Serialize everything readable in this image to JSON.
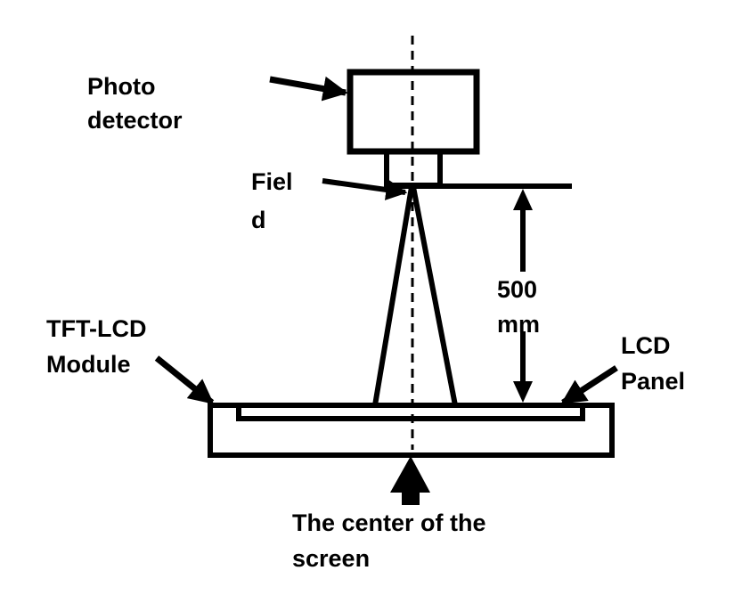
{
  "diagram": {
    "title": "Luminance measurement setup",
    "colors": {
      "stroke": "#000000",
      "background": "#ffffff"
    },
    "labels": {
      "photo_detector": [
        "Photo",
        "detector"
      ],
      "field": [
        "Fiel",
        "d"
      ],
      "distance": [
        "500",
        "mm"
      ],
      "tft_lcd_module": [
        "TFT-LCD",
        "Module"
      ],
      "lcd_panel": [
        "LCD",
        "Panel"
      ],
      "center_of_screen": [
        "The center of the",
        "screen"
      ]
    }
  }
}
